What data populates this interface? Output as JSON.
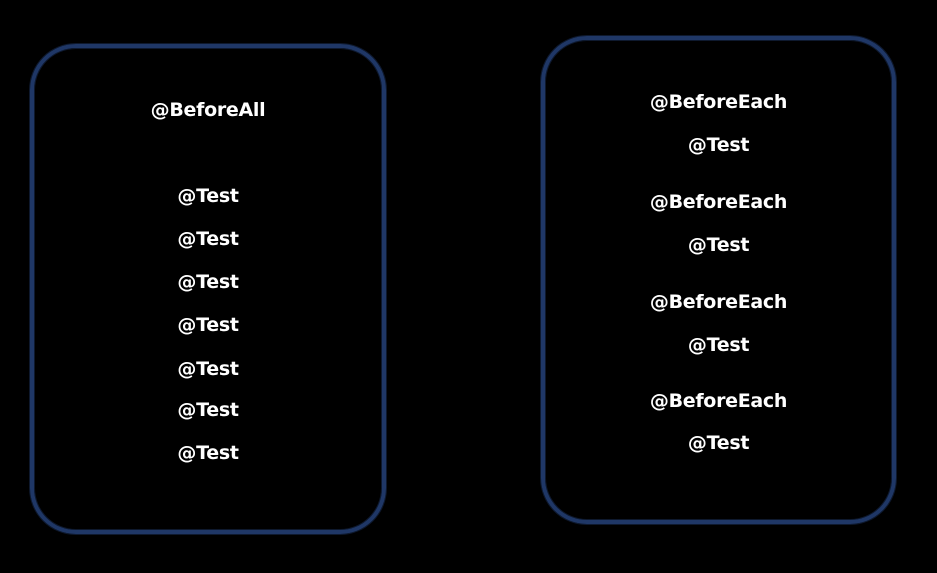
{
  "left_panel": {
    "header": "@BeforeAll",
    "tests": [
      "@Test",
      "@Test",
      "@Test",
      "@Test",
      "@Test",
      "@Test",
      "@Test"
    ]
  },
  "right_panel": {
    "groups": [
      {
        "before": "@BeforeEach",
        "test": "@Test"
      },
      {
        "before": "@BeforeEach",
        "test": "@Test"
      },
      {
        "before": "@BeforeEach",
        "test": "@Test"
      },
      {
        "before": "@BeforeEach",
        "test": "@Test"
      }
    ]
  },
  "colors": {
    "background": "#000000",
    "border": "#1f3766",
    "text": "#ffffff"
  }
}
